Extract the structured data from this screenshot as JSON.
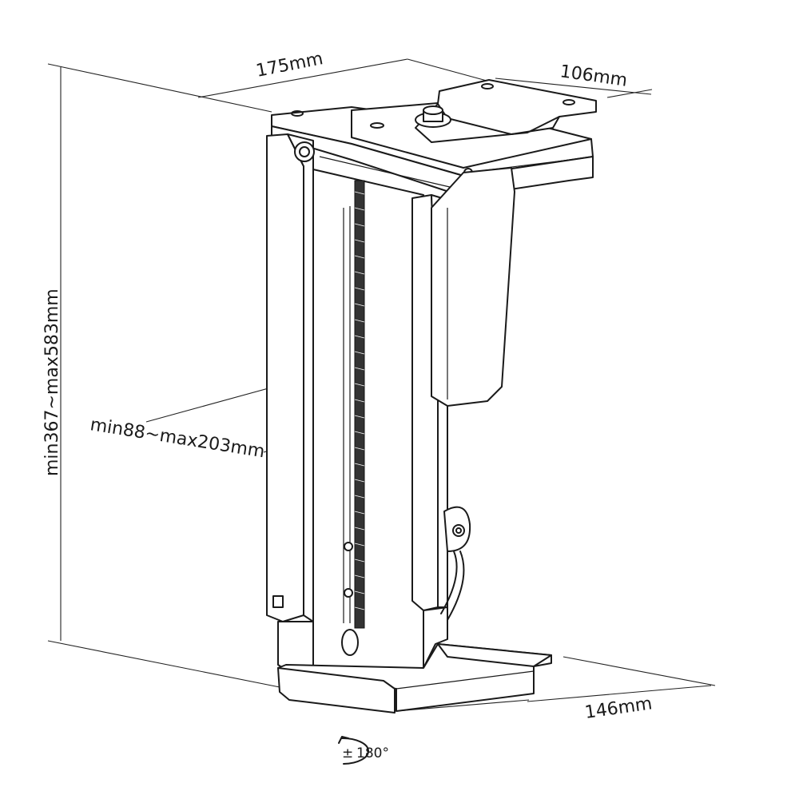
{
  "dimensions": {
    "width_top": "175mm",
    "depth_top": "106mm",
    "height_range": "min367~max583mm",
    "clamp_width_range": "min88~max203mm",
    "base_depth": "146mm"
  },
  "rotation": {
    "sign": "±",
    "angle": "180°"
  }
}
